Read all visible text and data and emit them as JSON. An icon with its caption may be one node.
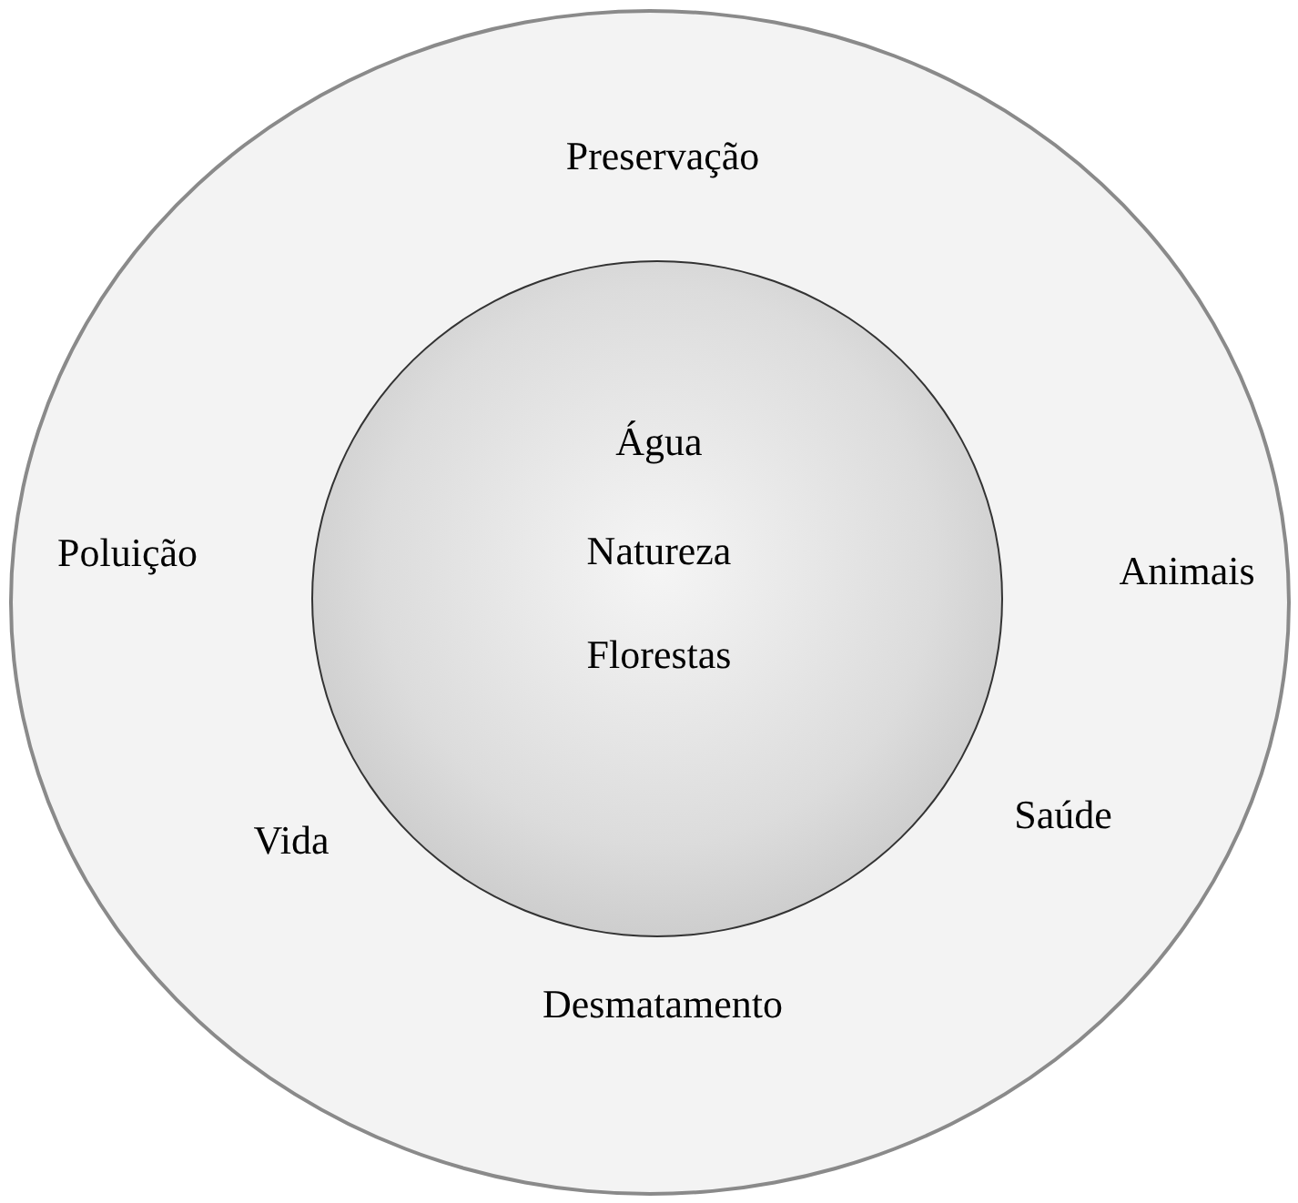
{
  "diagram": {
    "nodes": [
      {
        "text": [
          "Preservação",
          "Poluição",
          "Animais",
          "Vida",
          "Saúde",
          "Desmatamento"
        ]
      },
      {
        "text": [
          "Água",
          "Natureza",
          "Florestas"
        ],
        "in": 0
      }
    ]
  }
}
